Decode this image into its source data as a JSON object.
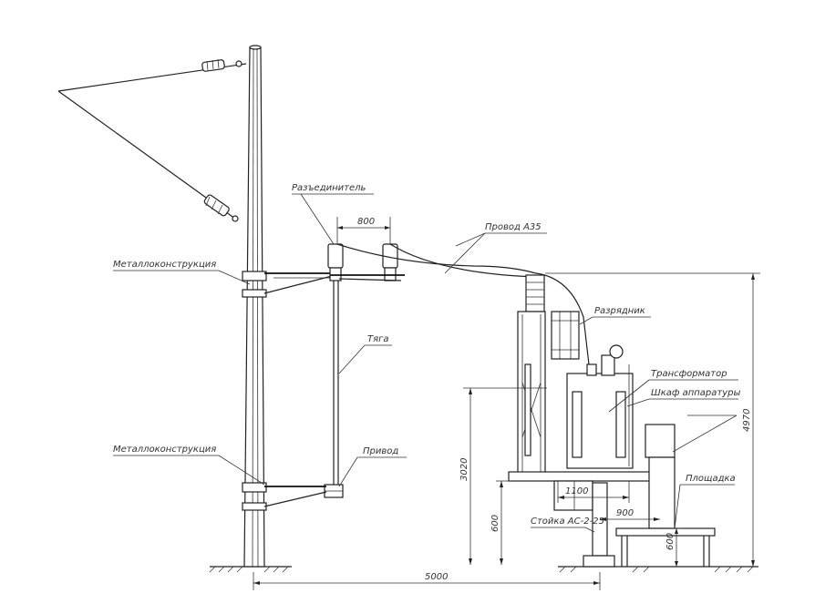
{
  "labels": {
    "disconnector": "Разъединитель",
    "wire": "Провод А35",
    "metal_upper": "Металлоконструкция",
    "rod": "Тяга",
    "metal_lower": "Металлоконструкция",
    "drive": "Привод",
    "surge_arrester": "Разрядник",
    "transformer": "Трансформатор",
    "cabinet": "Шкаф аппаратуры",
    "platform": "Площадка",
    "stand": "Стойка АС-2-25"
  },
  "dimensions": {
    "d800": "800",
    "d1100": "1100",
    "d900": "900",
    "d600a": "600",
    "d600b": "600",
    "d3020": "3020",
    "d4970": "4970",
    "d5000": "5000"
  }
}
